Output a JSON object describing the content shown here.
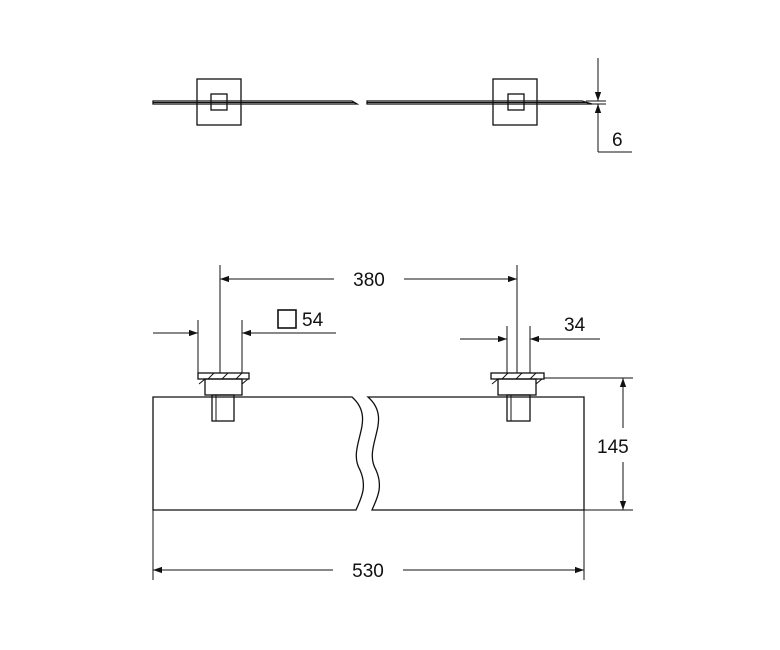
{
  "dimensions": {
    "thickness": "6",
    "mount_spacing": "380",
    "mount_square": "54",
    "mount_square_icon": "square-outline-icon",
    "bracket_width": "34",
    "depth": "145",
    "total_length": "530"
  },
  "colors": {
    "line": "#111111",
    "background": "#ffffff"
  }
}
